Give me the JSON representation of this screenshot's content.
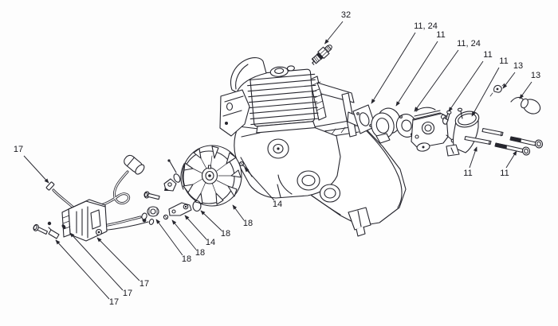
{
  "figure": {
    "type": "exploded-parts-diagram",
    "description": "Black-and-white exploded parts line drawing of a chainsaw engine: cylinder and crankcase in center, spark plug above, intake gaskets / carburetor / air-filter base and choke knob to the right with mounting bolts, flywheel and ignition coil with spark-plug wire to the left, numbered callout leaders."
  },
  "colors": {
    "background": "#fdfdfd",
    "line": "#26262e",
    "label_text": "#17171d"
  },
  "unique_part_numbers": [
    "11",
    "13",
    "14",
    "17",
    "18",
    "24",
    "32"
  ],
  "callouts": [
    {
      "label": "32"
    },
    {
      "label": "11, 24"
    },
    {
      "label": "11"
    },
    {
      "label": "11, 24"
    },
    {
      "label": "11"
    },
    {
      "label": "11"
    },
    {
      "label": "13"
    },
    {
      "label": "13"
    },
    {
      "label": "11"
    },
    {
      "label": "11"
    },
    {
      "label": "14"
    },
    {
      "label": "18"
    },
    {
      "label": "18"
    },
    {
      "label": "14"
    },
    {
      "label": "18"
    },
    {
      "label": "18"
    },
    {
      "label": "17"
    },
    {
      "label": "17"
    },
    {
      "label": "17"
    },
    {
      "label": "17"
    }
  ]
}
